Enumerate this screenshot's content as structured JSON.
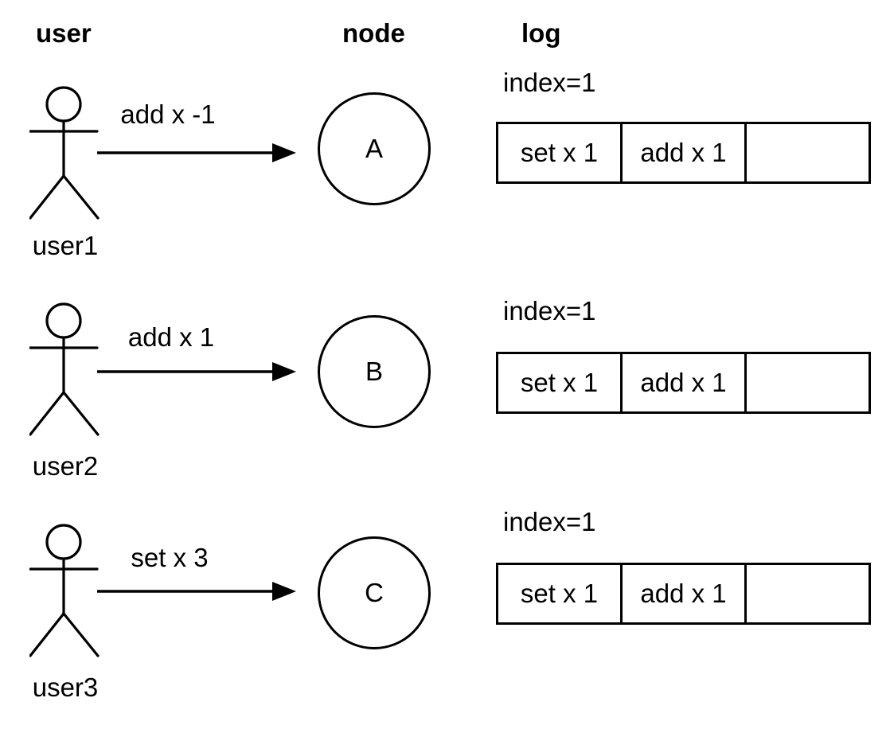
{
  "headers": {
    "user": "user",
    "node": "node",
    "log": "log"
  },
  "rows": [
    {
      "user_name": "user1",
      "message": "add x -1",
      "node_label": "A",
      "log": {
        "index_label": "index=1",
        "entries": [
          "set x 1",
          "add x 1",
          ""
        ]
      }
    },
    {
      "user_name": "user2",
      "message": "add x 1",
      "node_label": "B",
      "log": {
        "index_label": "index=1",
        "entries": [
          "set x 1",
          "add x 1",
          ""
        ]
      }
    },
    {
      "user_name": "user3",
      "message": "set x 3",
      "node_label": "C",
      "log": {
        "index_label": "index=1",
        "entries": [
          "set x 1",
          "add x 1",
          ""
        ]
      }
    }
  ],
  "colors": {
    "ink": "#000000",
    "background": "#ffffff"
  }
}
